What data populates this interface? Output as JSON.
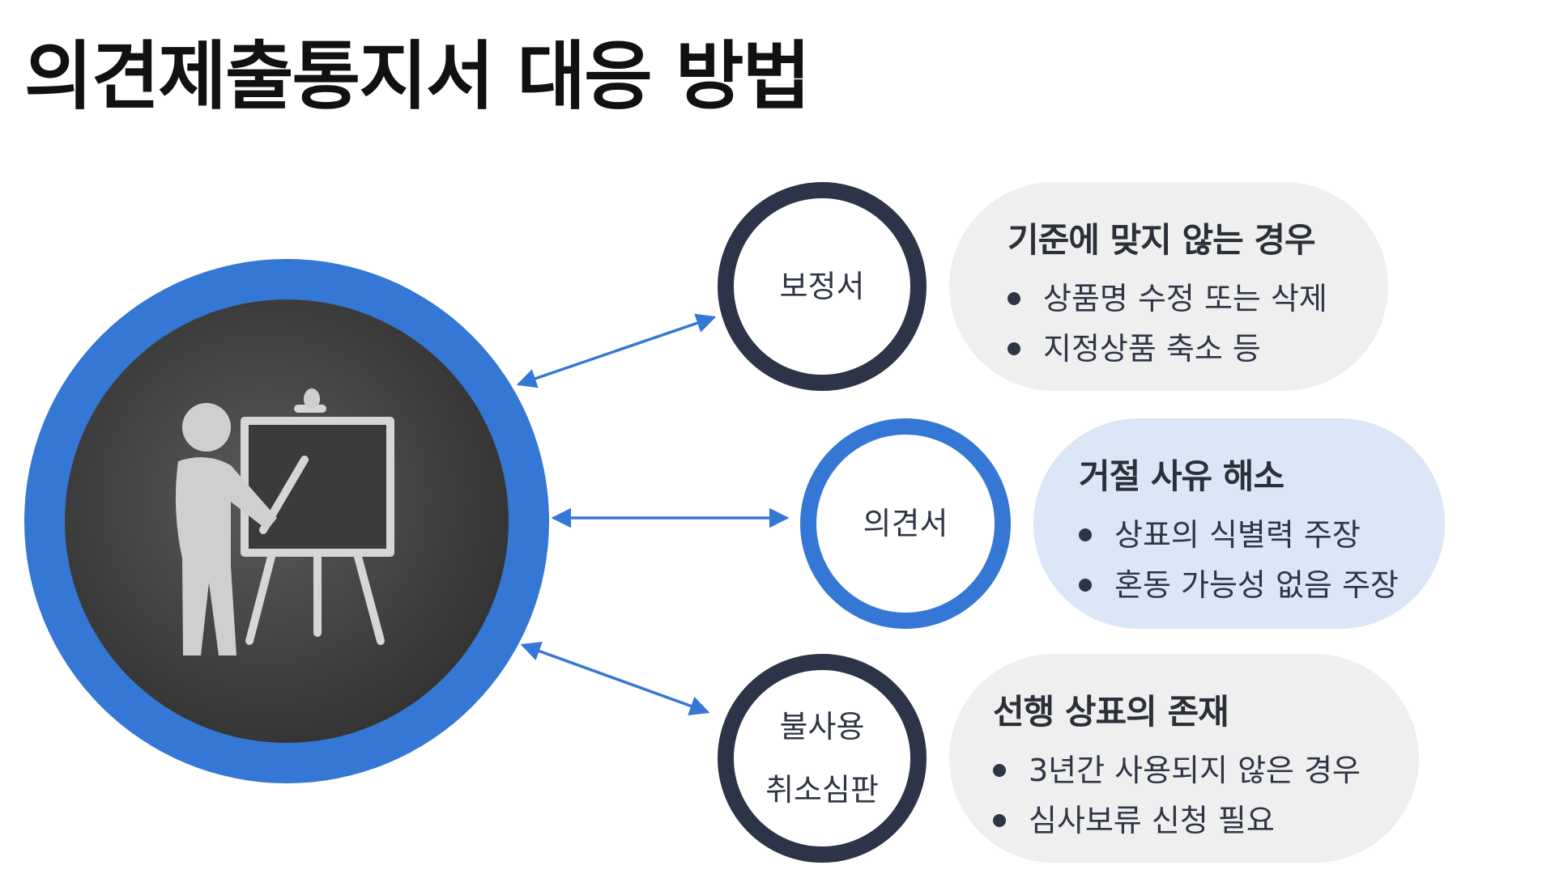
{
  "title": "의견제출통지서 대응 방법",
  "colors": {
    "hub_blue": "#3577d4",
    "navy": "#2d3447",
    "gray_pill": "#efefef",
    "blue_pill": "#dbe6f6"
  },
  "hub": {
    "image": "chalkboard-presenter-icon"
  },
  "nodes": [
    {
      "lines": [
        "보정서"
      ]
    },
    {
      "lines": [
        "의견서"
      ]
    },
    {
      "lines": [
        "불사용",
        "취소심판"
      ]
    }
  ],
  "details": [
    {
      "heading": "기준에 맞지 않는 경우",
      "bullets": [
        "상품명 수정 또는 삭제",
        "지정상품 축소 등"
      ]
    },
    {
      "heading": "거절 사유 해소",
      "bullets": [
        "상표의 식별력 주장",
        "혼동 가능성 없음 주장"
      ]
    },
    {
      "heading": "선행 상표의 존재",
      "bullets": [
        "3년간 사용되지 않은 경우",
        "심사보류 신청 필요"
      ]
    }
  ]
}
